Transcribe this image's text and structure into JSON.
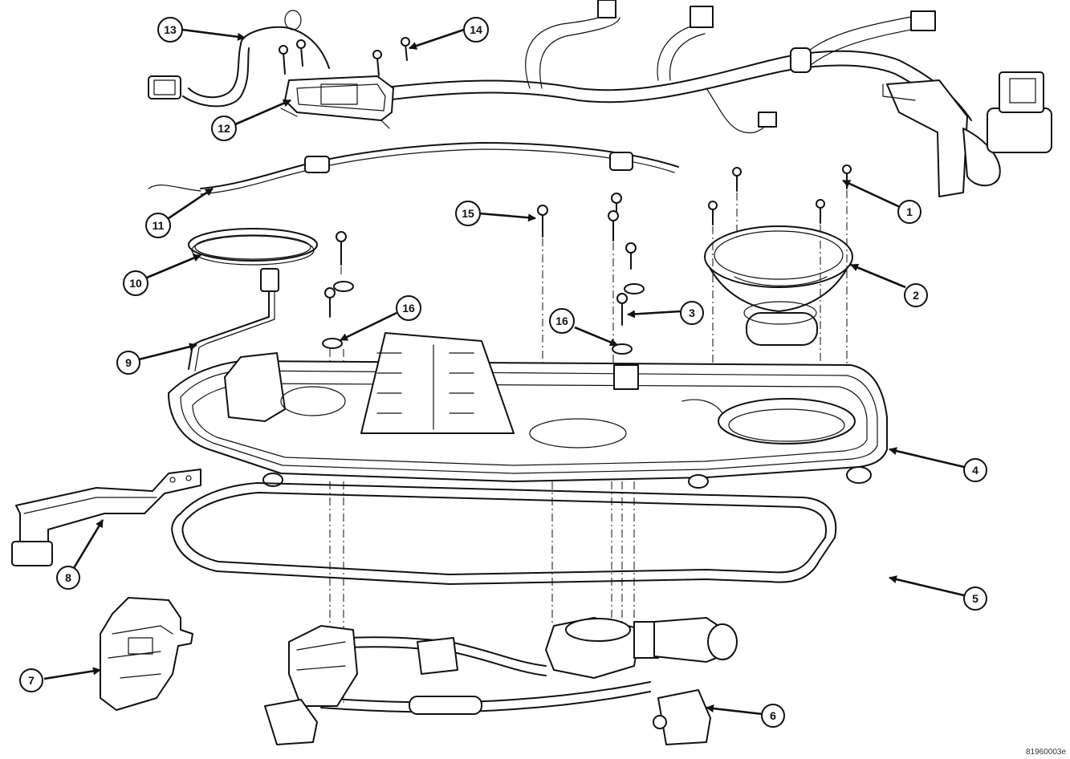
{
  "figure_id": "81960003e",
  "callouts": [
    "1",
    "2",
    "3",
    "4",
    "5",
    "6",
    "7",
    "8",
    "9",
    "10",
    "11",
    "12",
    "13",
    "14",
    "15",
    "16",
    "16"
  ]
}
